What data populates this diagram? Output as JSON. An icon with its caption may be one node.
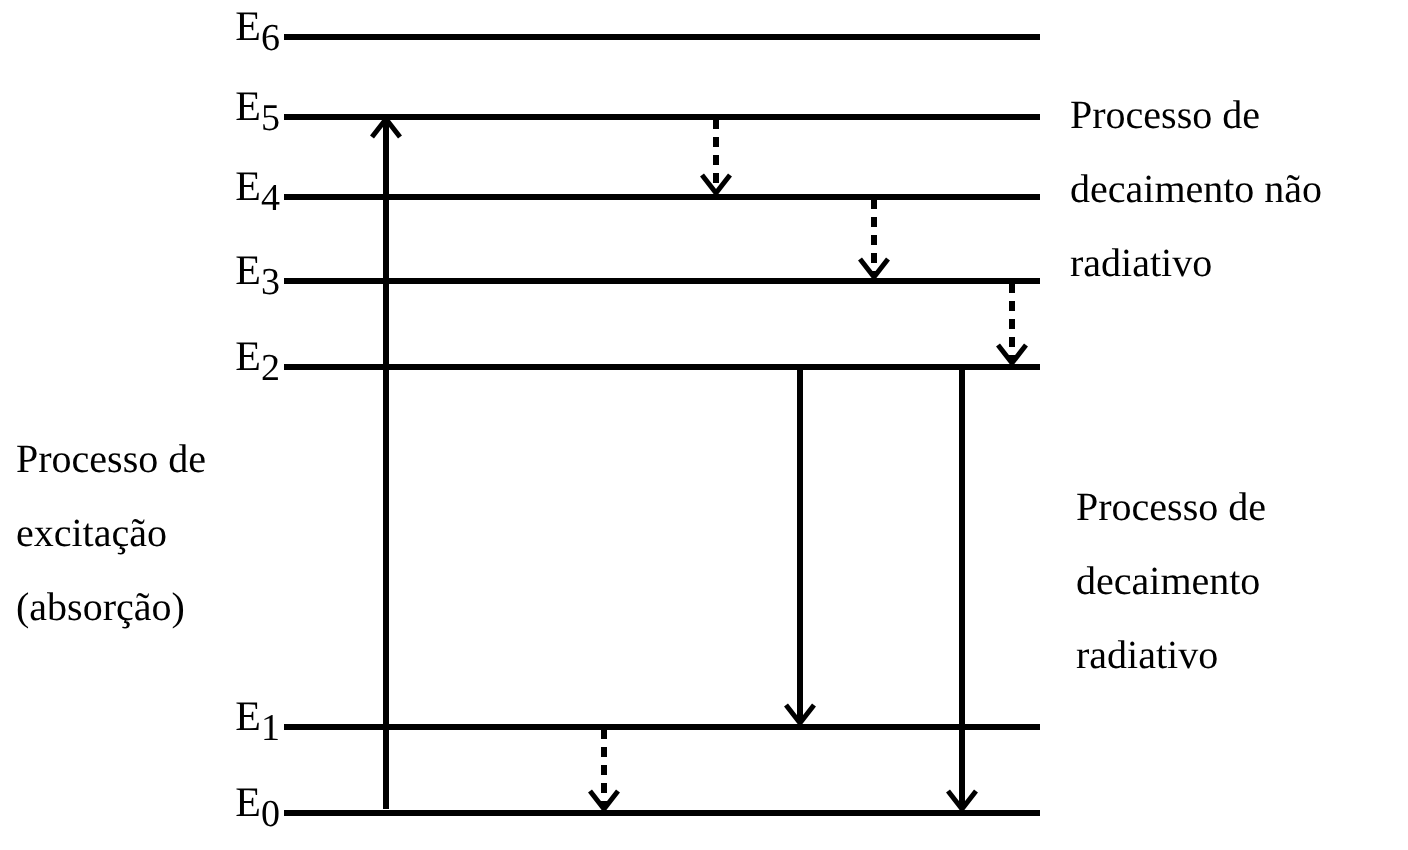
{
  "diagram": {
    "nodes": [
      {
        "text": [
          "E$_{6}$"
        ]
      },
      {
        "text": [
          "E$_{5}$"
        ]
      },
      {
        "text": [
          "E$_{4}$"
        ]
      },
      {
        "text": [
          "E$_{3}$"
        ]
      },
      {
        "text": [
          "E$_{2}$"
        ]
      },
      {
        "text": [
          "E$_{1}$"
        ]
      },
      {
        "text": [
          "E$_{0}$"
        ]
      }
    ],
    "edges": [
      {
        "from": 6,
        "to": 1,
        "arrow": "to"
      },
      {
        "from": 1,
        "to": 2,
        "arrow": "to",
        "style": "dashed"
      },
      {
        "from": 2,
        "to": 3,
        "arrow": "to",
        "style": "dashed"
      },
      {
        "from": 3,
        "to": 4,
        "arrow": "to",
        "style": "dashed"
      },
      {
        "from": 5,
        "to": 6,
        "arrow": "to",
        "style": "dashed"
      },
      {
        "from": 4,
        "to": 5,
        "arrow": "to"
      },
      {
        "from": 4,
        "to": 6,
        "arrow": "to"
      }
    ],
    "labels": [
      "Processo de decaimento não radiativo",
      "Processo de excitação (absorção)",
      "Processo de decaimento radiativo"
    ]
  }
}
